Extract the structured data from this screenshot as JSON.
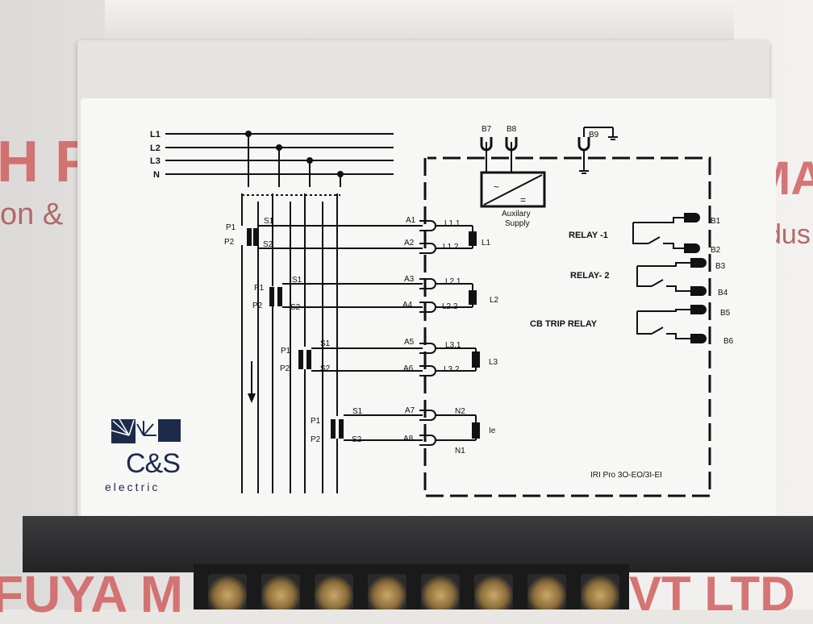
{
  "background": {
    "banner_left_large": "H PV",
    "banner_left_small": "on &",
    "banner_right_large": "MA",
    "banner_right_small": "dus",
    "banner_bottom_left": "FUYA M",
    "banner_bottom_right": "VT LTD",
    "banner_color": "#d06060"
  },
  "logo": {
    "brand": "C&S",
    "tagline": "electric",
    "icon": "sunburst-icon"
  },
  "model": "IRI Pro 3O-EO/3I-EI",
  "bus": {
    "lines": [
      "L1",
      "L2",
      "L3",
      "N"
    ]
  },
  "ct": {
    "p1": "P1",
    "p2": "P2",
    "s1": "S1",
    "s2": "S2"
  },
  "inputs": [
    {
      "a_top": "A1",
      "a_bot": "A2",
      "t_top": "L1.1",
      "t_bot": "L1.2",
      "coil": "L1"
    },
    {
      "a_top": "A3",
      "a_bot": "A4",
      "t_top": "L2.1",
      "t_bot": "L2.2",
      "coil": "L2"
    },
    {
      "a_top": "A5",
      "a_bot": "A6",
      "t_top": "L3.1",
      "t_bot": "L3.2",
      "coil": "L3"
    },
    {
      "a_top": "A7",
      "a_bot": "A8",
      "t_top": "N2",
      "t_bot": "N1",
      "coil": "Ie"
    }
  ],
  "supply": {
    "b7": "B7",
    "b8": "B8",
    "b9": "B9",
    "label_line1": "Auxilary",
    "label_line2": "Supply"
  },
  "relays": [
    {
      "name": "RELAY -1",
      "t1": "B1",
      "t2": "B2"
    },
    {
      "name": "RELAY- 2",
      "t1": "B3",
      "t2": "B4"
    },
    {
      "name": "CB TRIP RELAY",
      "t1": "B5",
      "t2": "B6"
    }
  ],
  "colors": {
    "housing": "#e6e4e0",
    "plate": "#f7f7f6",
    "ink": "#111111",
    "bezel": "#2b2b2d",
    "logo": "#1e2a4a"
  }
}
